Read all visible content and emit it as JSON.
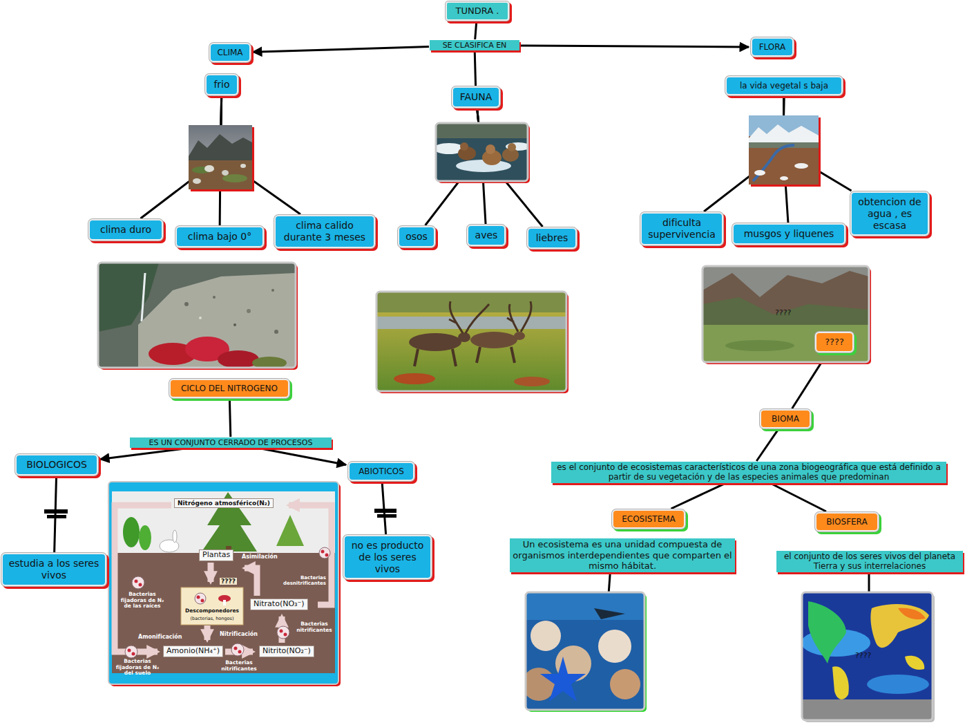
{
  "diagram": {
    "nodes": [
      {
        "text": [
          "TUNDRA ."
        ]
      },
      {
        "text": [
          "SE CLASIFICA EN"
        ]
      },
      {
        "text": [
          "CLIMA"
        ]
      },
      {
        "text": [
          "FLORA"
        ]
      },
      {
        "text": [
          "frio"
        ]
      },
      {
        "text": [
          "FAUNA"
        ]
      },
      {
        "text": [
          "la vida vegetal s baja"
        ]
      },
      {
        "text": [
          "clima duro"
        ]
      },
      {
        "text": [
          "clima bajo 0°"
        ]
      },
      {
        "text": [
          "clima calido durante 3 meses"
        ]
      },
      {
        "text": [
          "osos"
        ]
      },
      {
        "text": [
          "aves"
        ]
      },
      {
        "text": [
          "liebres"
        ]
      },
      {
        "text": [
          "dificulta supervivencia"
        ]
      },
      {
        "text": [
          "musgos y liquenes"
        ]
      },
      {
        "text": [
          "obtencion de agua , es escasa"
        ]
      },
      {
        "text": [
          "????"
        ]
      },
      {
        "text": [
          "CICLO DEL NITROGENO"
        ]
      },
      {
        "text": [
          "BIOMA"
        ]
      },
      {
        "text": [
          "ES UN CONJUNTO CERRADO DE PROCESOS"
        ]
      },
      {
        "text": [
          "BIOLOGICOS"
        ]
      },
      {
        "text": [
          "ABIOTICOS"
        ]
      },
      {
        "text": [
          "es el conjunto de ecosistemas característicos de una zona biogeográfica que está definido a partir de su vegetación y de las especies animales que predominan"
        ]
      },
      {
        "text": [
          "ECOSISTEMA"
        ]
      },
      {
        "text": [
          "BIOSFERA"
        ]
      },
      {
        "text": [
          "Un ecosistema es una unidad compuesta de organismos interdependientes que comparten el mismo hábitat."
        ]
      },
      {
        "text": [
          "el conjunto de los seres vivos del planeta Tierra y sus interrelaciones"
        ]
      },
      {
        "text": [
          "estudia a los seres vivos"
        ]
      },
      {
        "text": [
          "no es producto de los seres vivos"
        ]
      }
    ],
    "edges": [
      {
        "from": 0,
        "to": 1,
        "arrow": "none"
      },
      {
        "from": 1,
        "to": 2,
        "arrow": "to"
      },
      {
        "from": 1,
        "to": 5,
        "arrow": "none"
      },
      {
        "from": 1,
        "to": 3,
        "arrow": "to"
      },
      {
        "from": 4,
        "to": 7,
        "arrow": "none"
      },
      {
        "from": 4,
        "to": 8,
        "arrow": "none"
      },
      {
        "from": 4,
        "to": 9,
        "arrow": "none"
      },
      {
        "from": 5,
        "to": 10,
        "arrow": "none"
      },
      {
        "from": 5,
        "to": 11,
        "arrow": "none"
      },
      {
        "from": 5,
        "to": 12,
        "arrow": "none"
      },
      {
        "from": 6,
        "to": 13,
        "arrow": "none"
      },
      {
        "from": 6,
        "to": 14,
        "arrow": "none"
      },
      {
        "from": 6,
        "to": 15,
        "arrow": "none"
      },
      {
        "from": 16,
        "to": 18,
        "arrow": "none"
      },
      {
        "from": 17,
        "to": 19,
        "arrow": "none"
      },
      {
        "from": 19,
        "to": 20,
        "arrow": "to"
      },
      {
        "from": 19,
        "to": 21,
        "arrow": "to"
      },
      {
        "from": 20,
        "to": 27,
        "arrow": "none"
      },
      {
        "from": 21,
        "to": 28,
        "arrow": "none"
      },
      {
        "from": 18,
        "to": 22,
        "arrow": "none"
      },
      {
        "from": 22,
        "to": 23,
        "arrow": "none"
      },
      {
        "from": 22,
        "to": 24,
        "arrow": "none"
      }
    ],
    "labels": [
      "????",
      "Nitrógeno atmosférico(N₂)",
      "Plantas",
      "Asimilación",
      "Bacterias desnitrificantes",
      "????",
      "Bacterias fijadoras de N₂ de las raíces",
      "Descomponedores",
      "(bacterias, hongos)",
      "Nitrato(NO₃⁻)",
      "Bacterias nitrificantes",
      "Amonificación",
      "Nitrificación",
      "Amonio(NH₄⁺)",
      "Nitrito(NO₂⁻)",
      "Bacterias fijadoras de N₂ del suelo",
      "Bacterias nitrificantes",
      "????"
    ]
  }
}
